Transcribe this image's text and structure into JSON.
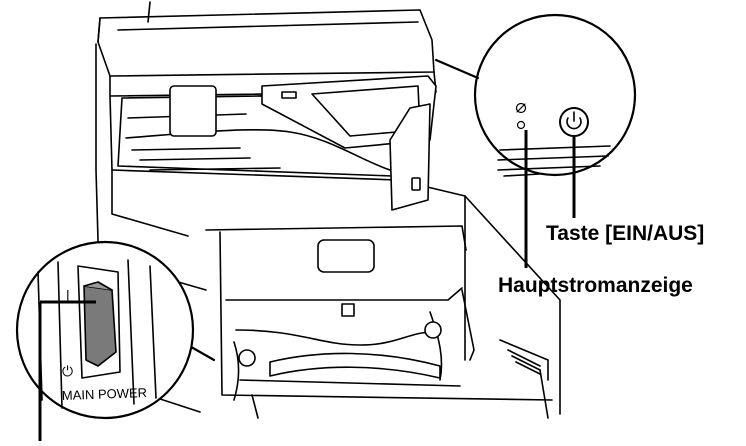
{
  "callouts": {
    "power_button_label": "Taste [EIN/AUS]",
    "main_power_indicator_label": "Hauptstromanzeige"
  },
  "switch_panel": {
    "switch_text": "MAIN POWER",
    "on_mark": "|",
    "off_mark": "⏻"
  },
  "colors": {
    "line": "#000000",
    "device_fill": "#ffffff",
    "switch_fill": "#7a7a7a",
    "shade": "#d9d9d9"
  }
}
